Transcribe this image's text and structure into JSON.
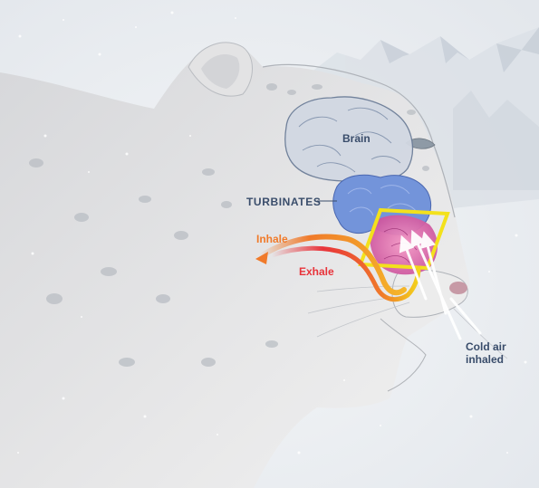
{
  "labels": {
    "brain": "Brain",
    "turbinates": "TURBINATES",
    "inhale": "Inhale",
    "exhale": "Exhale",
    "cold_air_line1": "Cold air",
    "cold_air_line2": "inhaled"
  },
  "colors": {
    "label_navy": "#3a4d6b",
    "inhale_orange": "#f07a2a",
    "exhale_red": "#e8333a",
    "highlight_yellow": "#f3e11c",
    "turbinate_blue": "#6f8fd6",
    "nasal_pink": "#e86aa8",
    "arrow_white": "#ffffff"
  },
  "icons": [
    "snow-leopard-head",
    "mountain-range",
    "brain",
    "turbinates",
    "airflow-arrows",
    "cold-air-arrows"
  ]
}
